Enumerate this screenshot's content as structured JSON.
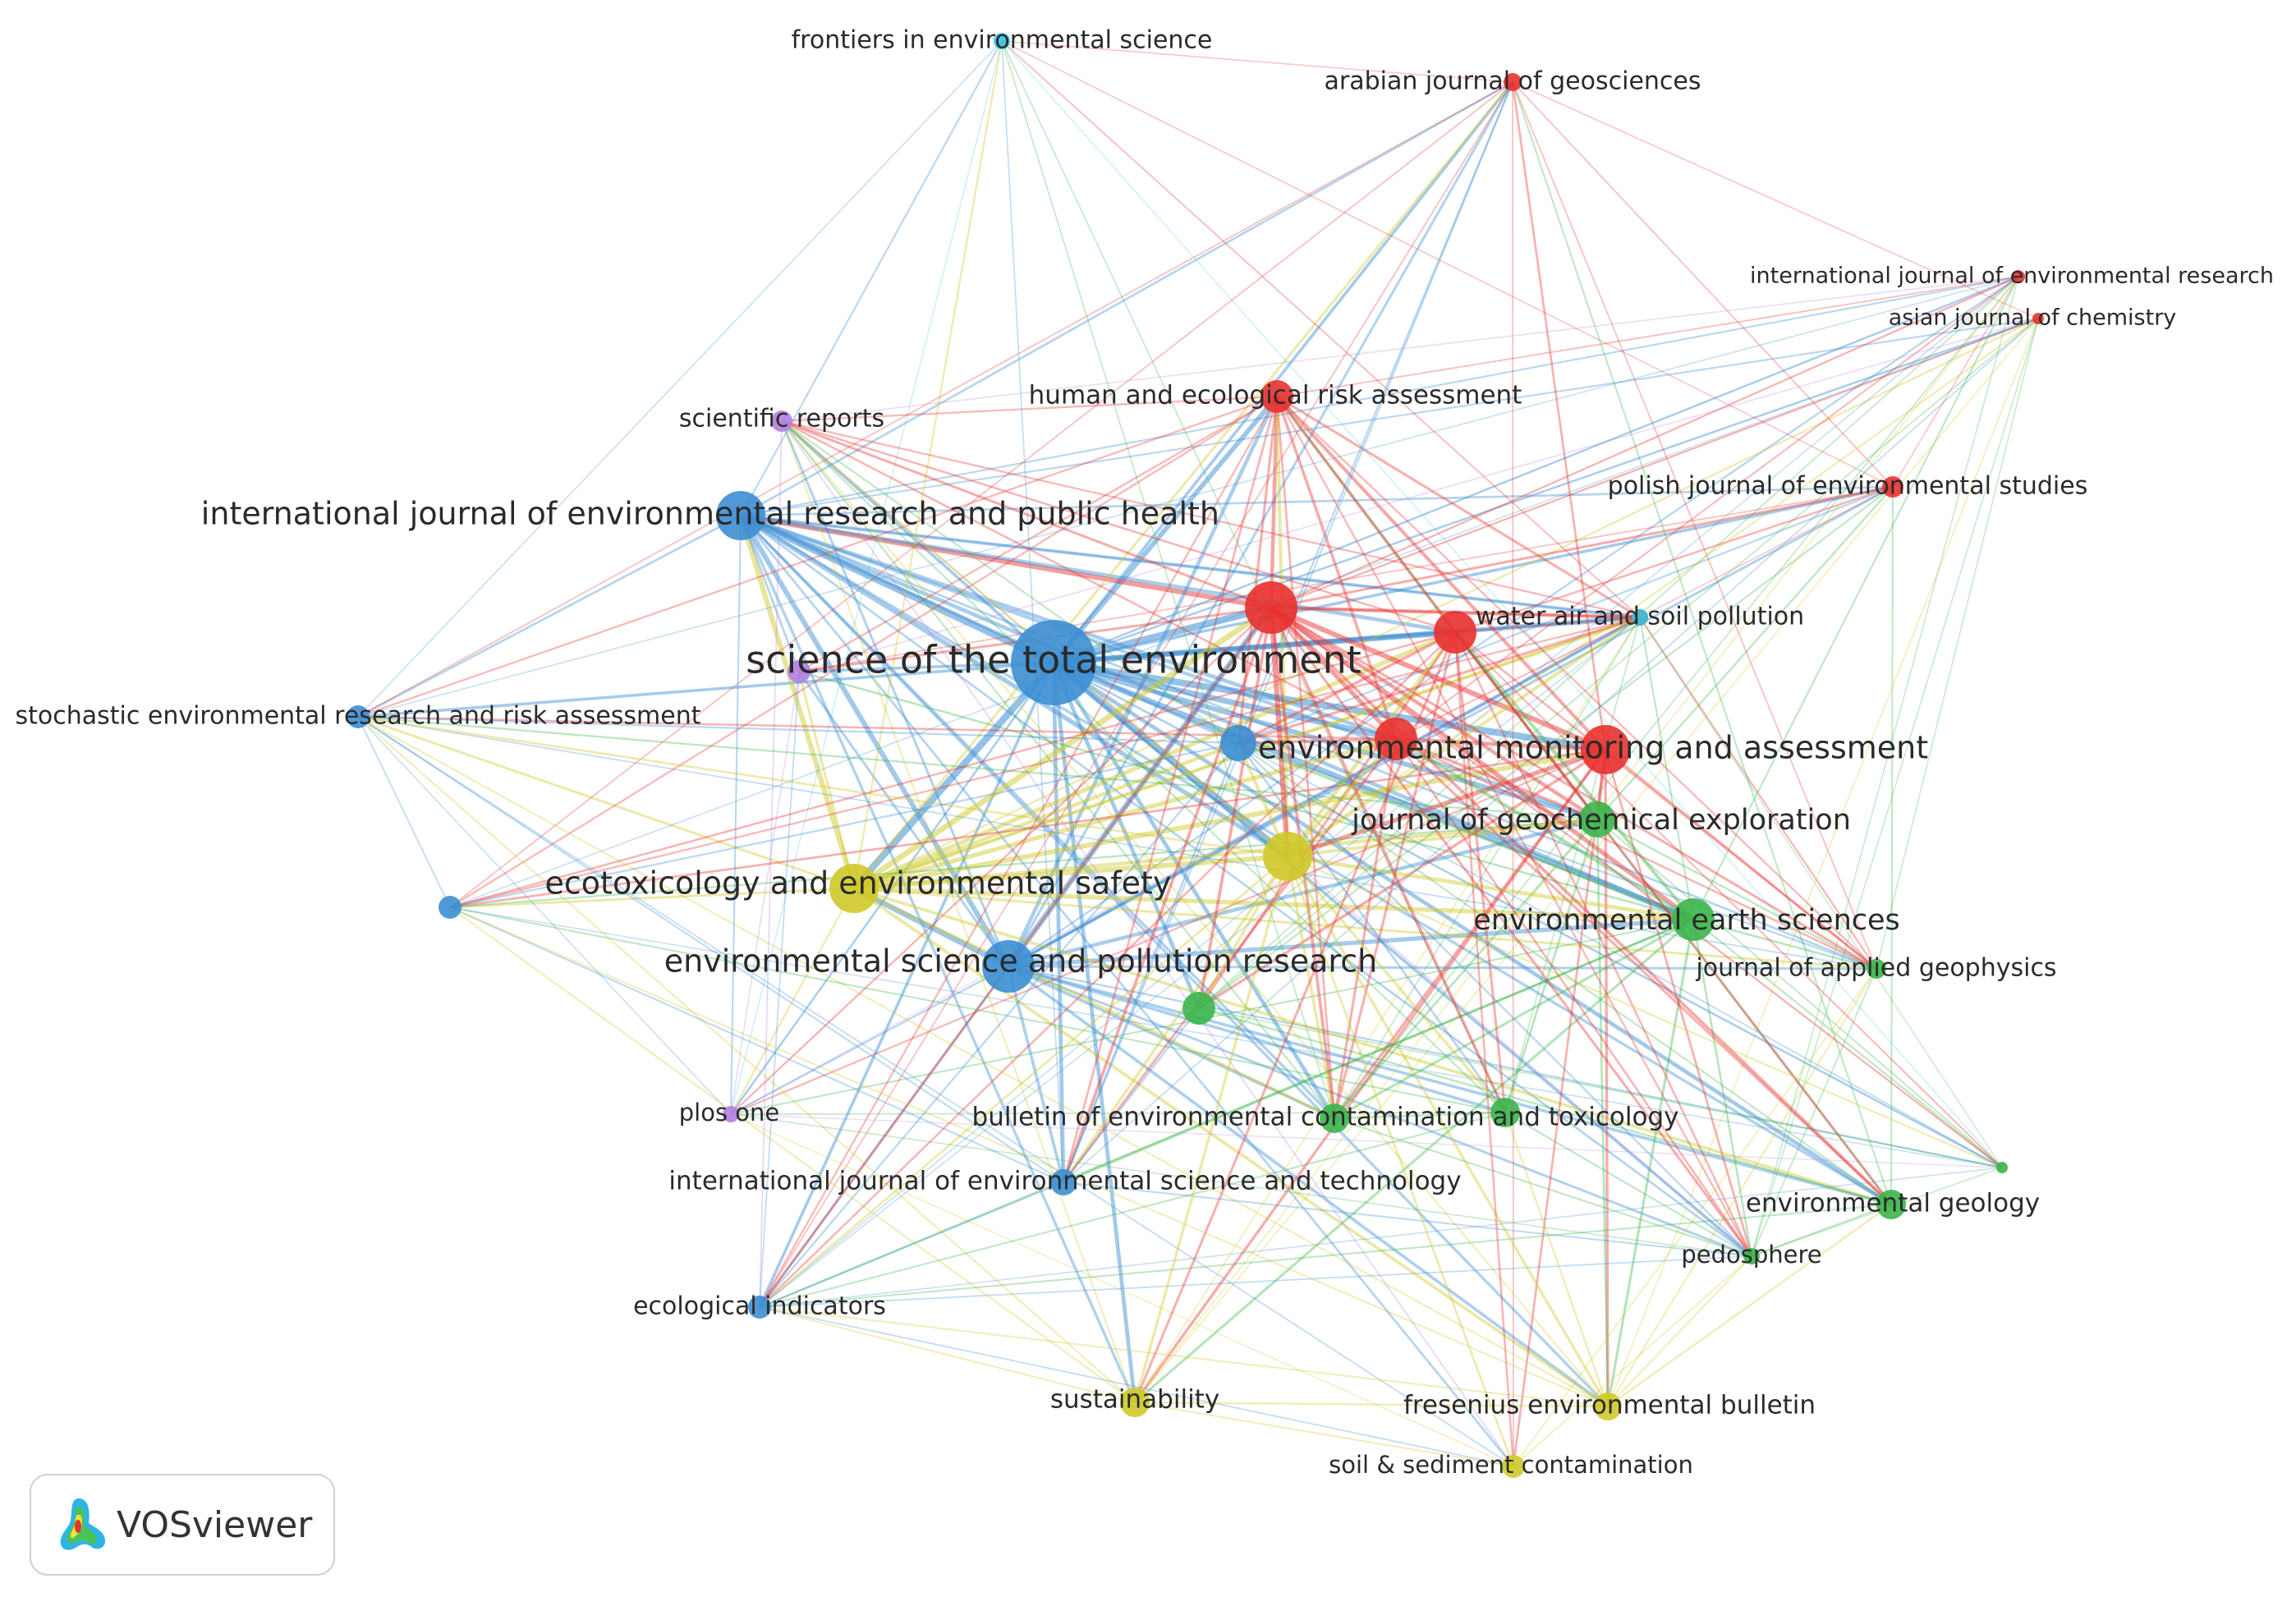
{
  "logo": {
    "text": "VOSviewer",
    "icon": "vosviewer-density-icon"
  },
  "clusters": {
    "red": "#e8312f",
    "green": "#3bb54a",
    "blue": "#3c8ed3",
    "yellow": "#cfc92a",
    "purple": "#b27ee2",
    "cyan": "#35c7e0"
  },
  "nodes": [
    {
      "id": "stoten",
      "label": "science of the total environment",
      "cluster": "blue",
      "weight": 10
    },
    {
      "id": "ijerph",
      "label": "international journal of environmental research and public health",
      "cluster": "blue",
      "weight": 6
    },
    {
      "id": "espr",
      "label": "environmental science and pollution research",
      "cluster": "blue",
      "weight": 7
    },
    {
      "id": "ecotox",
      "label": "ecotoxicology and environmental safety",
      "cluster": "yellow",
      "weight": 7
    },
    {
      "id": "ema",
      "label": "environmental monitoring and assessment",
      "cluster": "red",
      "weight": 6
    },
    {
      "id": "jge",
      "label": "journal of geochemical exploration",
      "cluster": "green",
      "weight": 4
    },
    {
      "id": "ees",
      "label": "environmental earth sciences",
      "cluster": "green",
      "weight": 5
    },
    {
      "id": "herisk",
      "label": "human and ecological risk assessment",
      "cluster": "red",
      "weight": 4
    },
    {
      "id": "waspol",
      "label": "water air and soil pollution",
      "cluster": "red",
      "weight": 4
    },
    {
      "id": "polish",
      "label": "polish journal of environmental studies",
      "cluster": "red",
      "weight": 2
    },
    {
      "id": "arabian",
      "label": "arabian journal of geosciences",
      "cluster": "red",
      "weight": 2
    },
    {
      "id": "intjer",
      "label": "international journal of environmental research",
      "cluster": "red",
      "weight": 1
    },
    {
      "id": "asian",
      "label": "asian journal of chemistry",
      "cluster": "red",
      "weight": 1
    },
    {
      "id": "frontiers",
      "label": "frontiers in environmental science",
      "cluster": "cyan",
      "weight": 1
    },
    {
      "id": "scirep",
      "label": "scientific reports",
      "cluster": "purple",
      "weight": 2
    },
    {
      "id": "serra",
      "label": "stochastic environmental research and risk assessment",
      "cluster": "blue",
      "weight": 2
    },
    {
      "id": "plos",
      "label": "plos one",
      "cluster": "purple",
      "weight": 1
    },
    {
      "id": "bect",
      "label": "bulletin of environmental contamination and toxicology",
      "cluster": "green",
      "weight": 3
    },
    {
      "id": "ijest",
      "label": "international journal of environmental science and technology",
      "cluster": "blue",
      "weight": 3
    },
    {
      "id": "ecoind",
      "label": "ecological indicators",
      "cluster": "blue",
      "weight": 2
    },
    {
      "id": "sustain",
      "label": "sustainability",
      "cluster": "yellow",
      "weight": 3
    },
    {
      "id": "fresenius",
      "label": "fresenius environmental bulletin",
      "cluster": "yellow",
      "weight": 3
    },
    {
      "id": "soilsed",
      "label": "soil & sediment contamination",
      "cluster": "yellow",
      "weight": 2
    },
    {
      "id": "envgeol",
      "label": "environmental geology",
      "cluster": "green",
      "weight": 3
    },
    {
      "id": "pedo",
      "label": "pedosphere",
      "cluster": "green",
      "weight": 2
    },
    {
      "id": "jagp",
      "label": "journal of applied geophysics",
      "cluster": "green",
      "weight": 2
    },
    {
      "id": "u_red1",
      "label": "",
      "cluster": "red",
      "weight": 7
    },
    {
      "id": "u_red2",
      "label": "",
      "cluster": "red",
      "weight": 5
    },
    {
      "id": "u_red3",
      "label": "",
      "cluster": "red",
      "weight": 5
    },
    {
      "id": "u_blue1",
      "label": "",
      "cluster": "blue",
      "weight": 4
    },
    {
      "id": "u_blue2",
      "label": "",
      "cluster": "blue",
      "weight": 2
    },
    {
      "id": "u_yellow",
      "label": "",
      "cluster": "yellow",
      "weight": 6
    },
    {
      "id": "u_green1",
      "label": "",
      "cluster": "green",
      "weight": 3
    },
    {
      "id": "u_green2",
      "label": "",
      "cluster": "green",
      "weight": 3
    },
    {
      "id": "u_green3",
      "label": "",
      "cluster": "green",
      "weight": 1
    },
    {
      "id": "u_purple",
      "label": "",
      "cluster": "purple",
      "weight": 2
    },
    {
      "id": "u_cyan",
      "label": "",
      "cluster": "cyan",
      "weight": 1
    }
  ]
}
